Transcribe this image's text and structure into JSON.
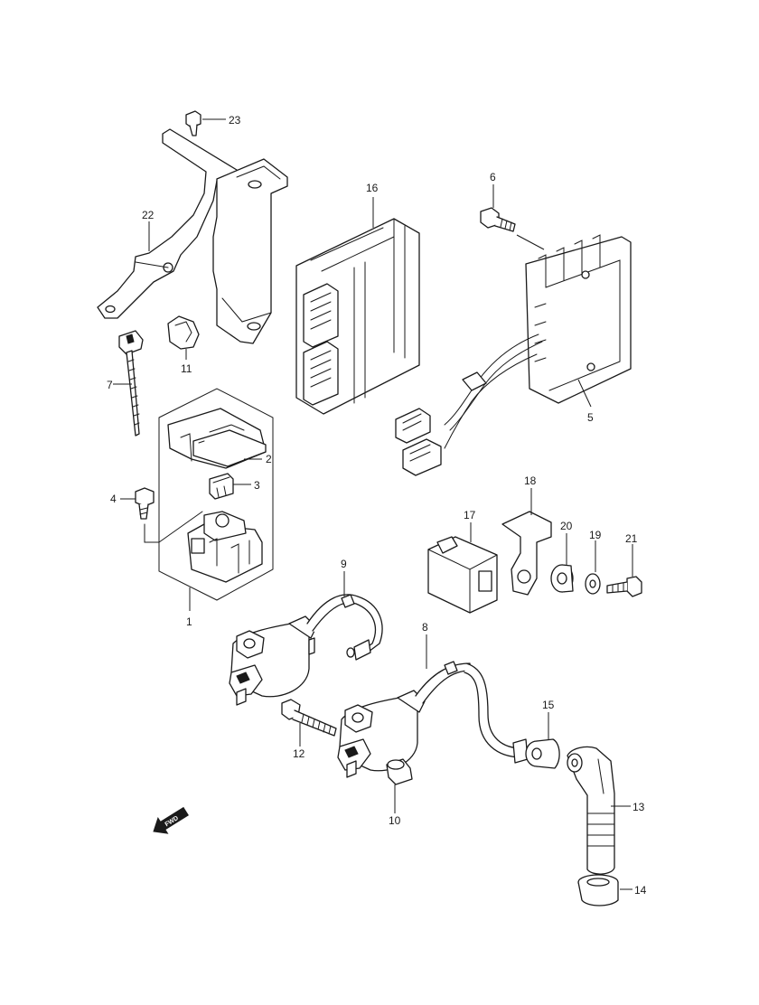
{
  "diagram": {
    "callouts": [
      "1",
      "2",
      "3",
      "4",
      "5",
      "6",
      "7",
      "8",
      "9",
      "10",
      "11",
      "12",
      "13",
      "14",
      "15",
      "16",
      "17",
      "18",
      "19",
      "20",
      "21",
      "22",
      "23"
    ],
    "fwd_label": "FWD"
  }
}
